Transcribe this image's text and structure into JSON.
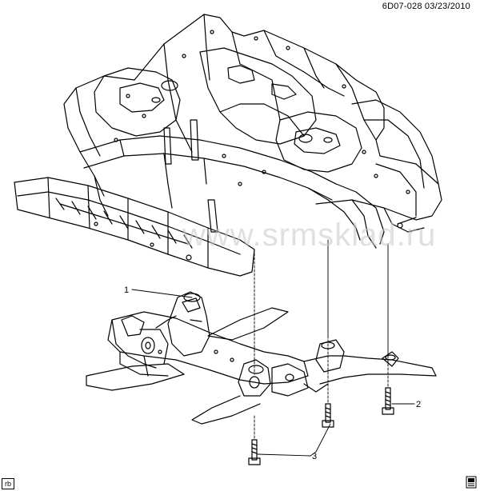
{
  "header": {
    "code": "6D07-028  03/23/2010"
  },
  "footer": {
    "rb_label": "rb"
  },
  "watermark": {
    "text": "www.srmsklad.ru"
  },
  "callouts": [
    {
      "id": "1",
      "label": "1"
    },
    {
      "id": "2",
      "label": "2"
    },
    {
      "id": "3",
      "label": "3"
    }
  ],
  "icons": {
    "corner": "document-icon"
  },
  "colors": {
    "line": "#000000",
    "background": "#ffffff",
    "watermark": "#c8c8c8"
  }
}
